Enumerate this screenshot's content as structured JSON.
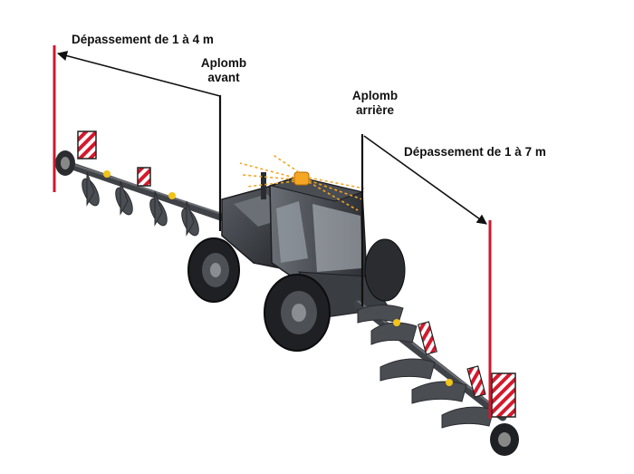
{
  "labels": {
    "front_overhang": "Dépassement de 1 à 4 m",
    "front_plumb_line1": "Aplomb",
    "front_plumb_line2": "avant",
    "rear_plumb_line1": "Aplomb",
    "rear_plumb_line2": "arrière",
    "rear_overhang": "Dépassement de 1 à 7 m"
  },
  "colors": {
    "marker_pole": "#cc1a2e",
    "plumb_line": "#111111",
    "tractor_body": "#3a3d42",
    "beacon": "#f5a623",
    "warning_stripe_red": "#d6182c",
    "warning_stripe_white": "#ffffff",
    "implement_steel": "#4a4d52"
  },
  "icons": {
    "beacon": "rotating-beacon-icon",
    "warning_panel": "striped-warning-panel-icon"
  }
}
